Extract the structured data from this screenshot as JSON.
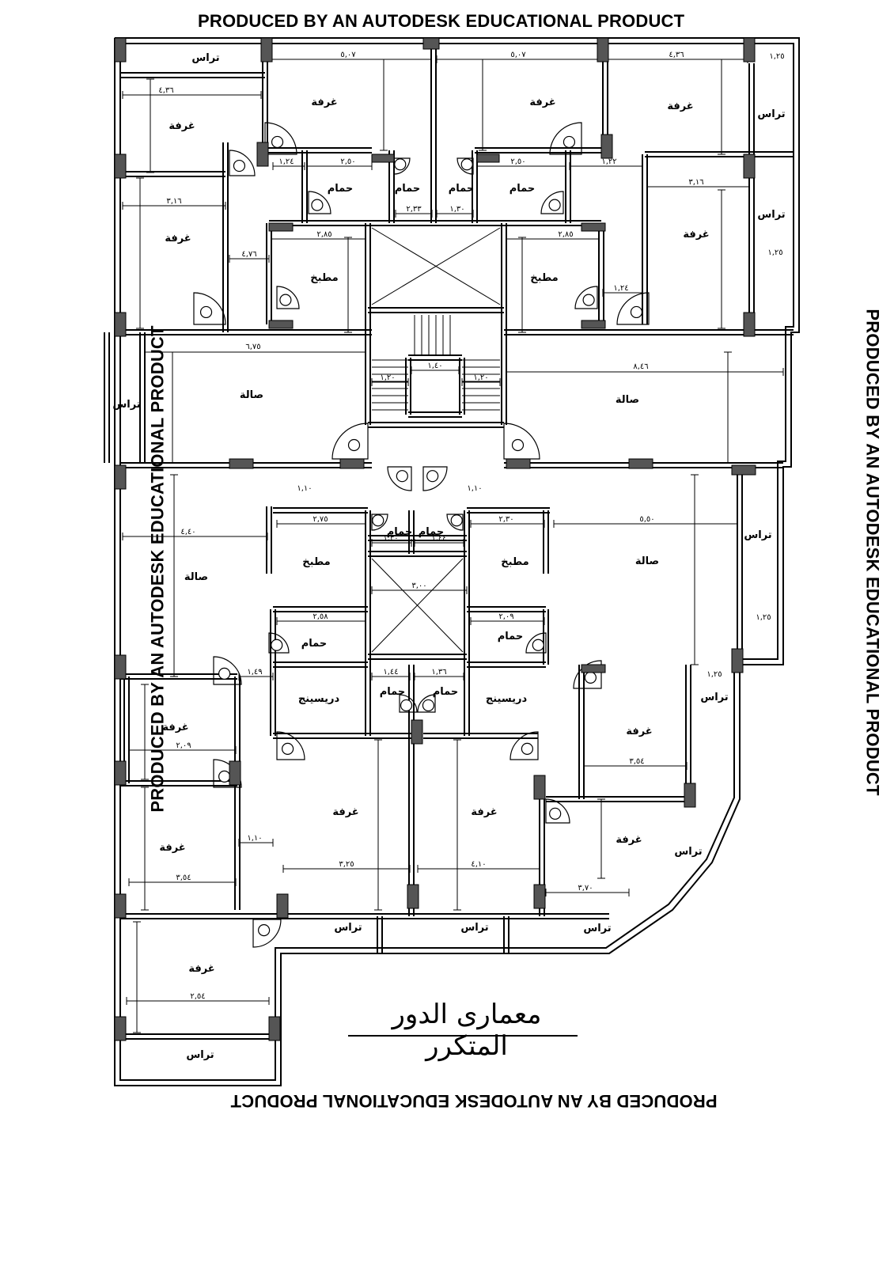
{
  "watermark": {
    "top": "PRODUCED BY AN AUTODESK EDUCATIONAL PRODUCT",
    "bottom": "PRODUCED BY AN AUTODESK EDUCATIONAL PRODUCT",
    "left": "PRODUCED BY AN AUTODESK EDUCATIONAL PRODUCT",
    "right": "PRODUCED BY AN AUTODESK EDUCATIONAL PRODUCT"
  },
  "drawing_title": "معمارى الدور المتكرر",
  "room_names": {
    "terrace": "تراس",
    "room": "غرفة",
    "bathroom": "حمام",
    "kitchen": "مطبخ",
    "hall": "صالة",
    "dressing": "دريسينج"
  },
  "rooms": [
    {
      "name": "تراس"
    },
    {
      "name": "غرفة"
    },
    {
      "name": "غرفة"
    },
    {
      "name": "غرفة"
    },
    {
      "name": "تراس"
    },
    {
      "name": "غرفة"
    },
    {
      "name": "حمام"
    },
    {
      "name": "حمام"
    },
    {
      "name": "حمام"
    },
    {
      "name": "حمام"
    },
    {
      "name": "غرفة"
    },
    {
      "name": "تراس"
    },
    {
      "name": "غرفة"
    },
    {
      "name": "مطبخ"
    },
    {
      "name": "مطبخ"
    },
    {
      "name": "غرفة"
    },
    {
      "name": "تراس"
    },
    {
      "name": "صالة"
    },
    {
      "name": "صالة"
    },
    {
      "name": "صالة"
    },
    {
      "name": "مطبخ"
    },
    {
      "name": "حمام"
    },
    {
      "name": "حمام"
    },
    {
      "name": "مطبخ"
    },
    {
      "name": "صالة"
    },
    {
      "name": "تراس"
    },
    {
      "name": "حمام"
    },
    {
      "name": "حمام"
    },
    {
      "name": "دريسينج"
    },
    {
      "name": "حمام"
    },
    {
      "name": "حمام"
    },
    {
      "name": "دريسينج"
    },
    {
      "name": "غرفة"
    },
    {
      "name": "تراس"
    },
    {
      "name": "غرفة"
    },
    {
      "name": "غرفة"
    },
    {
      "name": "غرفة"
    },
    {
      "name": "غرفة"
    },
    {
      "name": "غرفة"
    },
    {
      "name": "تراس"
    },
    {
      "name": "غرفة"
    },
    {
      "name": "تراس"
    },
    {
      "name": "تراس"
    },
    {
      "name": "تراس"
    },
    {
      "name": "تراس"
    }
  ],
  "dimensions": [
    {
      "text": "٥,٠٧"
    },
    {
      "text": "٥,٠٧"
    },
    {
      "text": "٤,٣٦"
    },
    {
      "text": "٤,٣٦"
    },
    {
      "text": "٣,١٦"
    },
    {
      "text": "٣,١٦"
    },
    {
      "text": "٢,٥٠"
    },
    {
      "text": "٢,٥٠"
    },
    {
      "text": "٢,٨٥"
    },
    {
      "text": "٢,٨٥"
    },
    {
      "text": "٦,٧٥"
    },
    {
      "text": "٨,٤٦"
    },
    {
      "text": "١,٤٠"
    },
    {
      "text": "١,٢٠"
    },
    {
      "text": "١,٢٠"
    },
    {
      "text": "٤,٤٠"
    },
    {
      "text": "٢,٧٥"
    },
    {
      "text": "٢,٣٠"
    },
    {
      "text": "٥,٥٠"
    },
    {
      "text": "٢,٥٨"
    },
    {
      "text": "٢,٠٩"
    },
    {
      "text": "٢,٠٩"
    },
    {
      "text": "٣,٥٤"
    },
    {
      "text": "٣,٥٤"
    },
    {
      "text": "٣,٢٥"
    },
    {
      "text": "٤,١٠"
    },
    {
      "text": "٣,٧٠"
    },
    {
      "text": "٢,٥٤"
    },
    {
      "text": "٤,٧٦"
    },
    {
      "text": "١,٢٤"
    },
    {
      "text": "١,٢٤"
    },
    {
      "text": "١,٢٢"
    },
    {
      "text": "٢,٣٣"
    },
    {
      "text": "١,٣٠"
    },
    {
      "text": "١,٣٠"
    },
    {
      "text": "١,٤٤"
    },
    {
      "text": "١,٤٤"
    },
    {
      "text": "١,٣٦"
    },
    {
      "text": "١,٤٩"
    },
    {
      "text": "١,١٠"
    },
    {
      "text": "١,١٠"
    },
    {
      "text": "١,١٠"
    },
    {
      "text": "١,٢٥"
    },
    {
      "text": "١,٢٥"
    },
    {
      "text": "١,٢٥"
    },
    {
      "text": "١,٢٥"
    },
    {
      "text": "٣,٠٠"
    }
  ]
}
